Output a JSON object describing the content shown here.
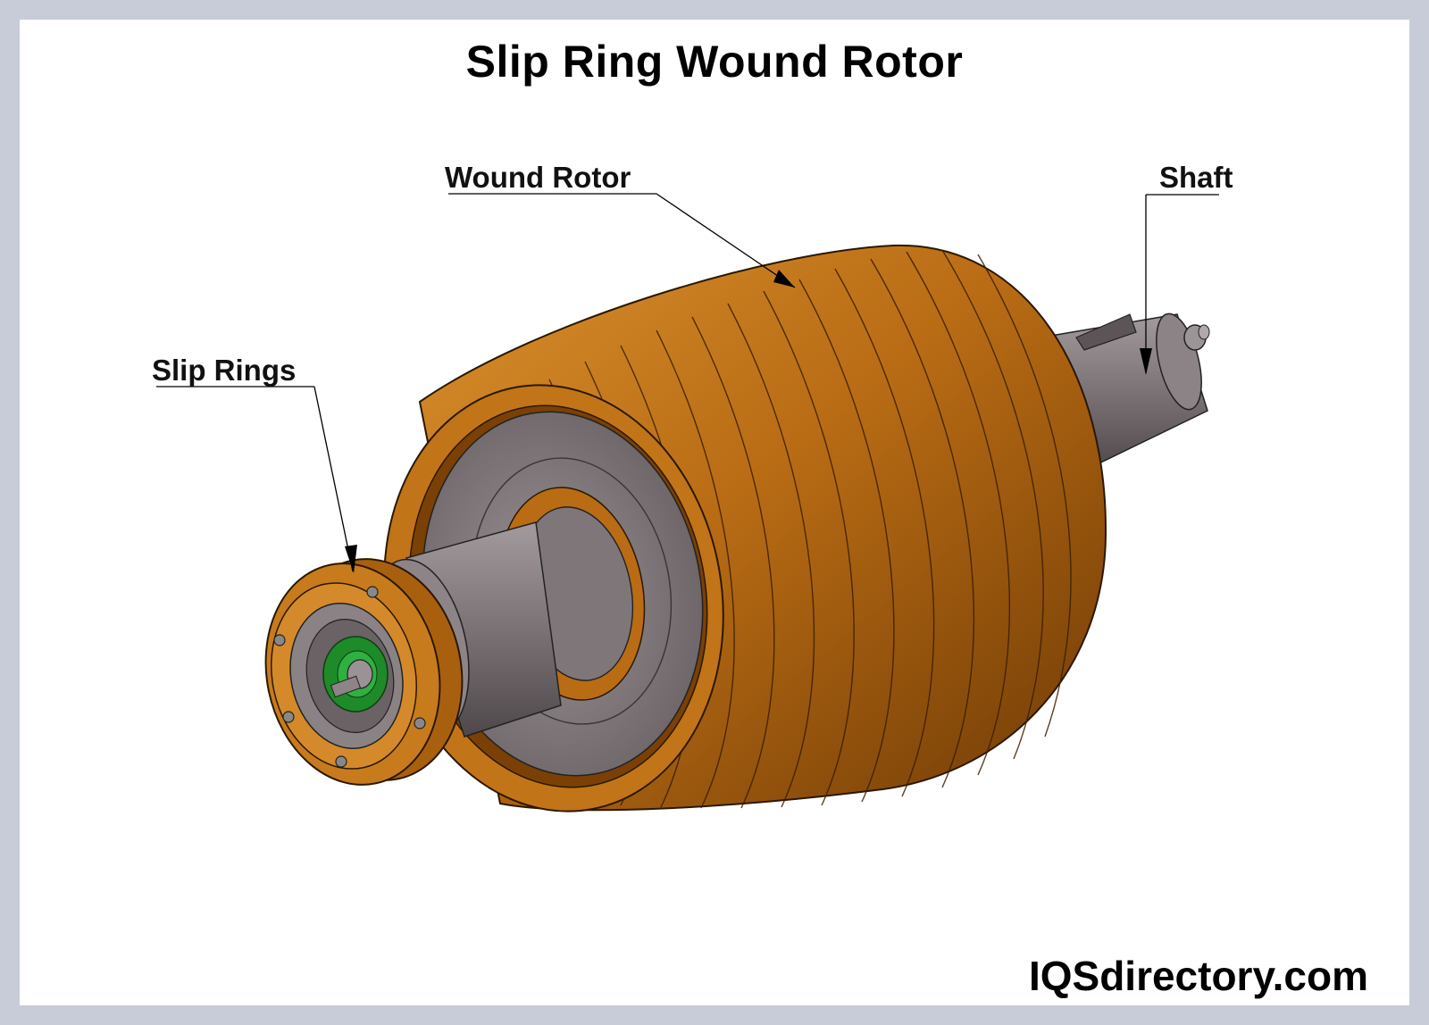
{
  "title": "Slip Ring Wound Rotor",
  "labels": {
    "wound_rotor": "Wound Rotor",
    "shaft": "Shaft",
    "slip_rings": "Slip Rings"
  },
  "watermark": "IQSdirectory.com",
  "colors": {
    "frame": "#c7ccd8",
    "copper": "#b86a10",
    "copper_dark": "#7a4005",
    "copper_light": "#d48a2a",
    "steel": "#7b7275",
    "steel_light": "#9c9397",
    "steel_dark": "#4f484a",
    "bearing_green": "#1f8a2a"
  }
}
